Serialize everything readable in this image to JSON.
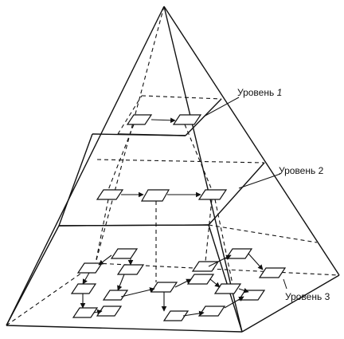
{
  "diagram": {
    "levels": [
      {
        "word": "Уровень",
        "number": "1"
      },
      {
        "word": "Уровень",
        "number": "2"
      },
      {
        "word": "Уровень",
        "number": "3"
      }
    ]
  },
  "colors": {
    "stroke": "#111111",
    "background": "#ffffff"
  }
}
